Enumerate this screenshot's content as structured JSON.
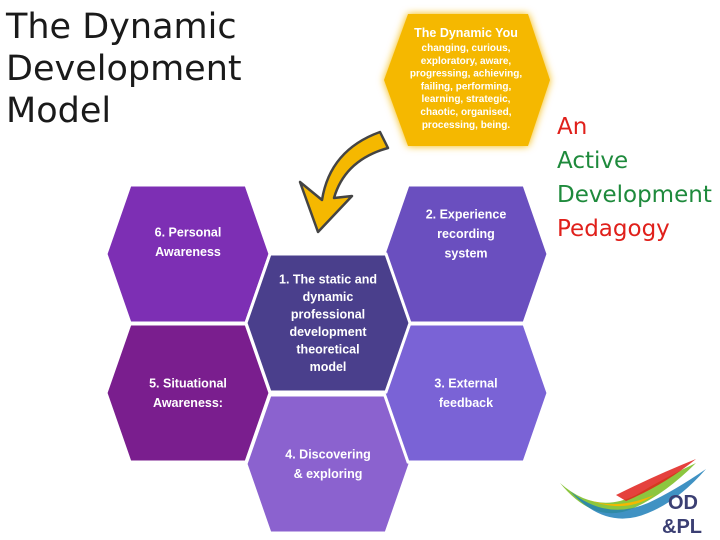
{
  "title_lines": [
    "The Dynamic",
    "Development",
    "Model"
  ],
  "subtitle": {
    "lines": [
      "An",
      "Active",
      "Development",
      "Pedagogy"
    ],
    "colors": [
      "#e0201b",
      "#1e8a3c",
      "#1e8a3c",
      "#e0201b"
    ]
  },
  "top_hex": {
    "title": "The Dynamic You",
    "lines": [
      "changing, curious,",
      "exploratory, aware,",
      "progressing, achieving,",
      "failing, performing,",
      "learning, strategic,",
      "chaotic, organised,",
      "processing, being."
    ],
    "color": "#f5b800",
    "title_color": "#3d2f6b",
    "text_color": "#ffffff"
  },
  "hexes": [
    {
      "id": "center",
      "lines": [
        "1. The static and",
        "dynamic",
        "professional",
        "development",
        "theoretical",
        "model"
      ],
      "color": "#4a3f8c"
    },
    {
      "id": "experience",
      "lines": [
        "2. Experience",
        "recording",
        "system"
      ],
      "color": "#6a4fbf"
    },
    {
      "id": "external",
      "lines": [
        "3. External",
        "feedback"
      ],
      "color": "#7a63d6"
    },
    {
      "id": "discovering",
      "lines": [
        "4. Discovering",
        "& exploring"
      ],
      "color": "#8b62cf"
    },
    {
      "id": "situational",
      "lines": [
        "5. Situational",
        "Awareness:"
      ],
      "color": "#7a1e8e"
    },
    {
      "id": "personal",
      "lines": [
        "6. Personal",
        "Awareness"
      ],
      "color": "#7d2fb4"
    }
  ],
  "arrow": {
    "color": "#f5b800"
  },
  "logo": {
    "text_top": "OD",
    "text_bottom": "&PL",
    "text_color": "#3b3f73"
  }
}
